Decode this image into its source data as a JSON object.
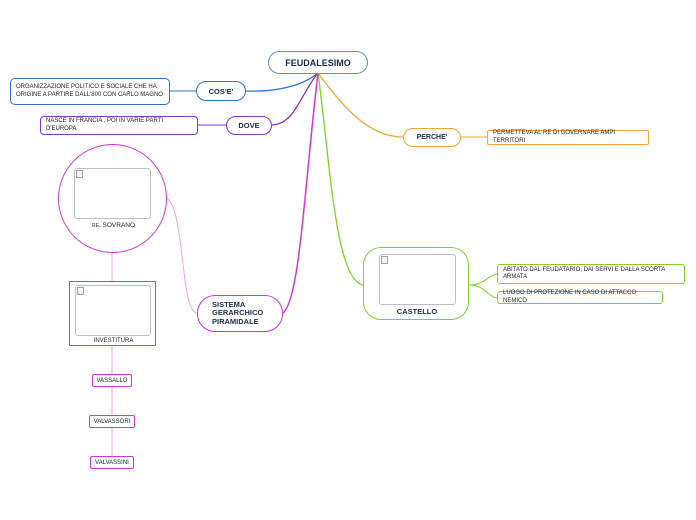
{
  "root": {
    "label": "FEUDALESIMO"
  },
  "cose": {
    "label": "COS'E'",
    "description": "ORGANIZZAZIONE POLITICO E SOCIALE CHE HA ORIGINE A PARTIRE DALL'800 CON CARLO MAGNO"
  },
  "dove": {
    "label": "DOVE",
    "description": "NASCE IN FRANCIA , POI IN VARIE PARTI D'EUROPA"
  },
  "perche": {
    "label": "PERCHE'",
    "description": "PERMETTEVA AL RE DI GOVERNARE AMPI TERRITORI"
  },
  "castello": {
    "label": "CASTELLO",
    "details": [
      "ABITATO DAL FEUDATARIO, DAI SERVI E DALLA SCORTA ARMATA",
      "LUOGO DI PROTEZIONE IN CASO DI ATTACCO NEMICO"
    ]
  },
  "sistema": {
    "label_lines": [
      "SISTEMA",
      "GERARCHICO",
      "PIRAMIDALE"
    ],
    "levels": {
      "re_small": "RE",
      "re_rest": ", SOVRANO",
      "investitura": "INVESTITURA",
      "vassallo": "VASSALLO",
      "valvassori": "VALVASSORI",
      "valvassini": "VALVASSINI"
    }
  },
  "colors": {
    "blue": "#2f6fd6",
    "purple": "#7b35d8",
    "orange": "#f7a23a",
    "green": "#7ed321",
    "magenta": "#d633d6",
    "root_border": "#5b8fd6"
  }
}
